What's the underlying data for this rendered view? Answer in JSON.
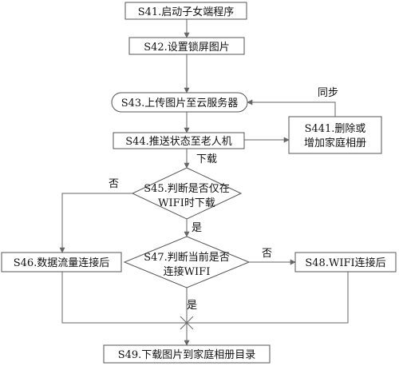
{
  "nodes": {
    "s41": "S41.启动子女端程序",
    "s42": "S42.设置锁屏图片",
    "s43": "S43.上传图片至云服务器",
    "s441_line1": "S441.删除或",
    "s441_line2": "增加家庭相册",
    "s44": "S44.推送状态至老人机",
    "s45_line1": "S45.判断是否仅在",
    "s45_line2": "WIFI时下载",
    "s46": "S46.数据流量连接后",
    "s47_line1": "S47.判断当前是否",
    "s47_line2": "连接WIFI",
    "s48": "S48.WIFI连接后",
    "s49": "S49.下载图片到家庭相册目录"
  },
  "edge_labels": {
    "sync": "同步",
    "download": "下载",
    "no_left": "否",
    "yes_middle": "是",
    "no_right": "否",
    "yes_bottom": "是"
  }
}
